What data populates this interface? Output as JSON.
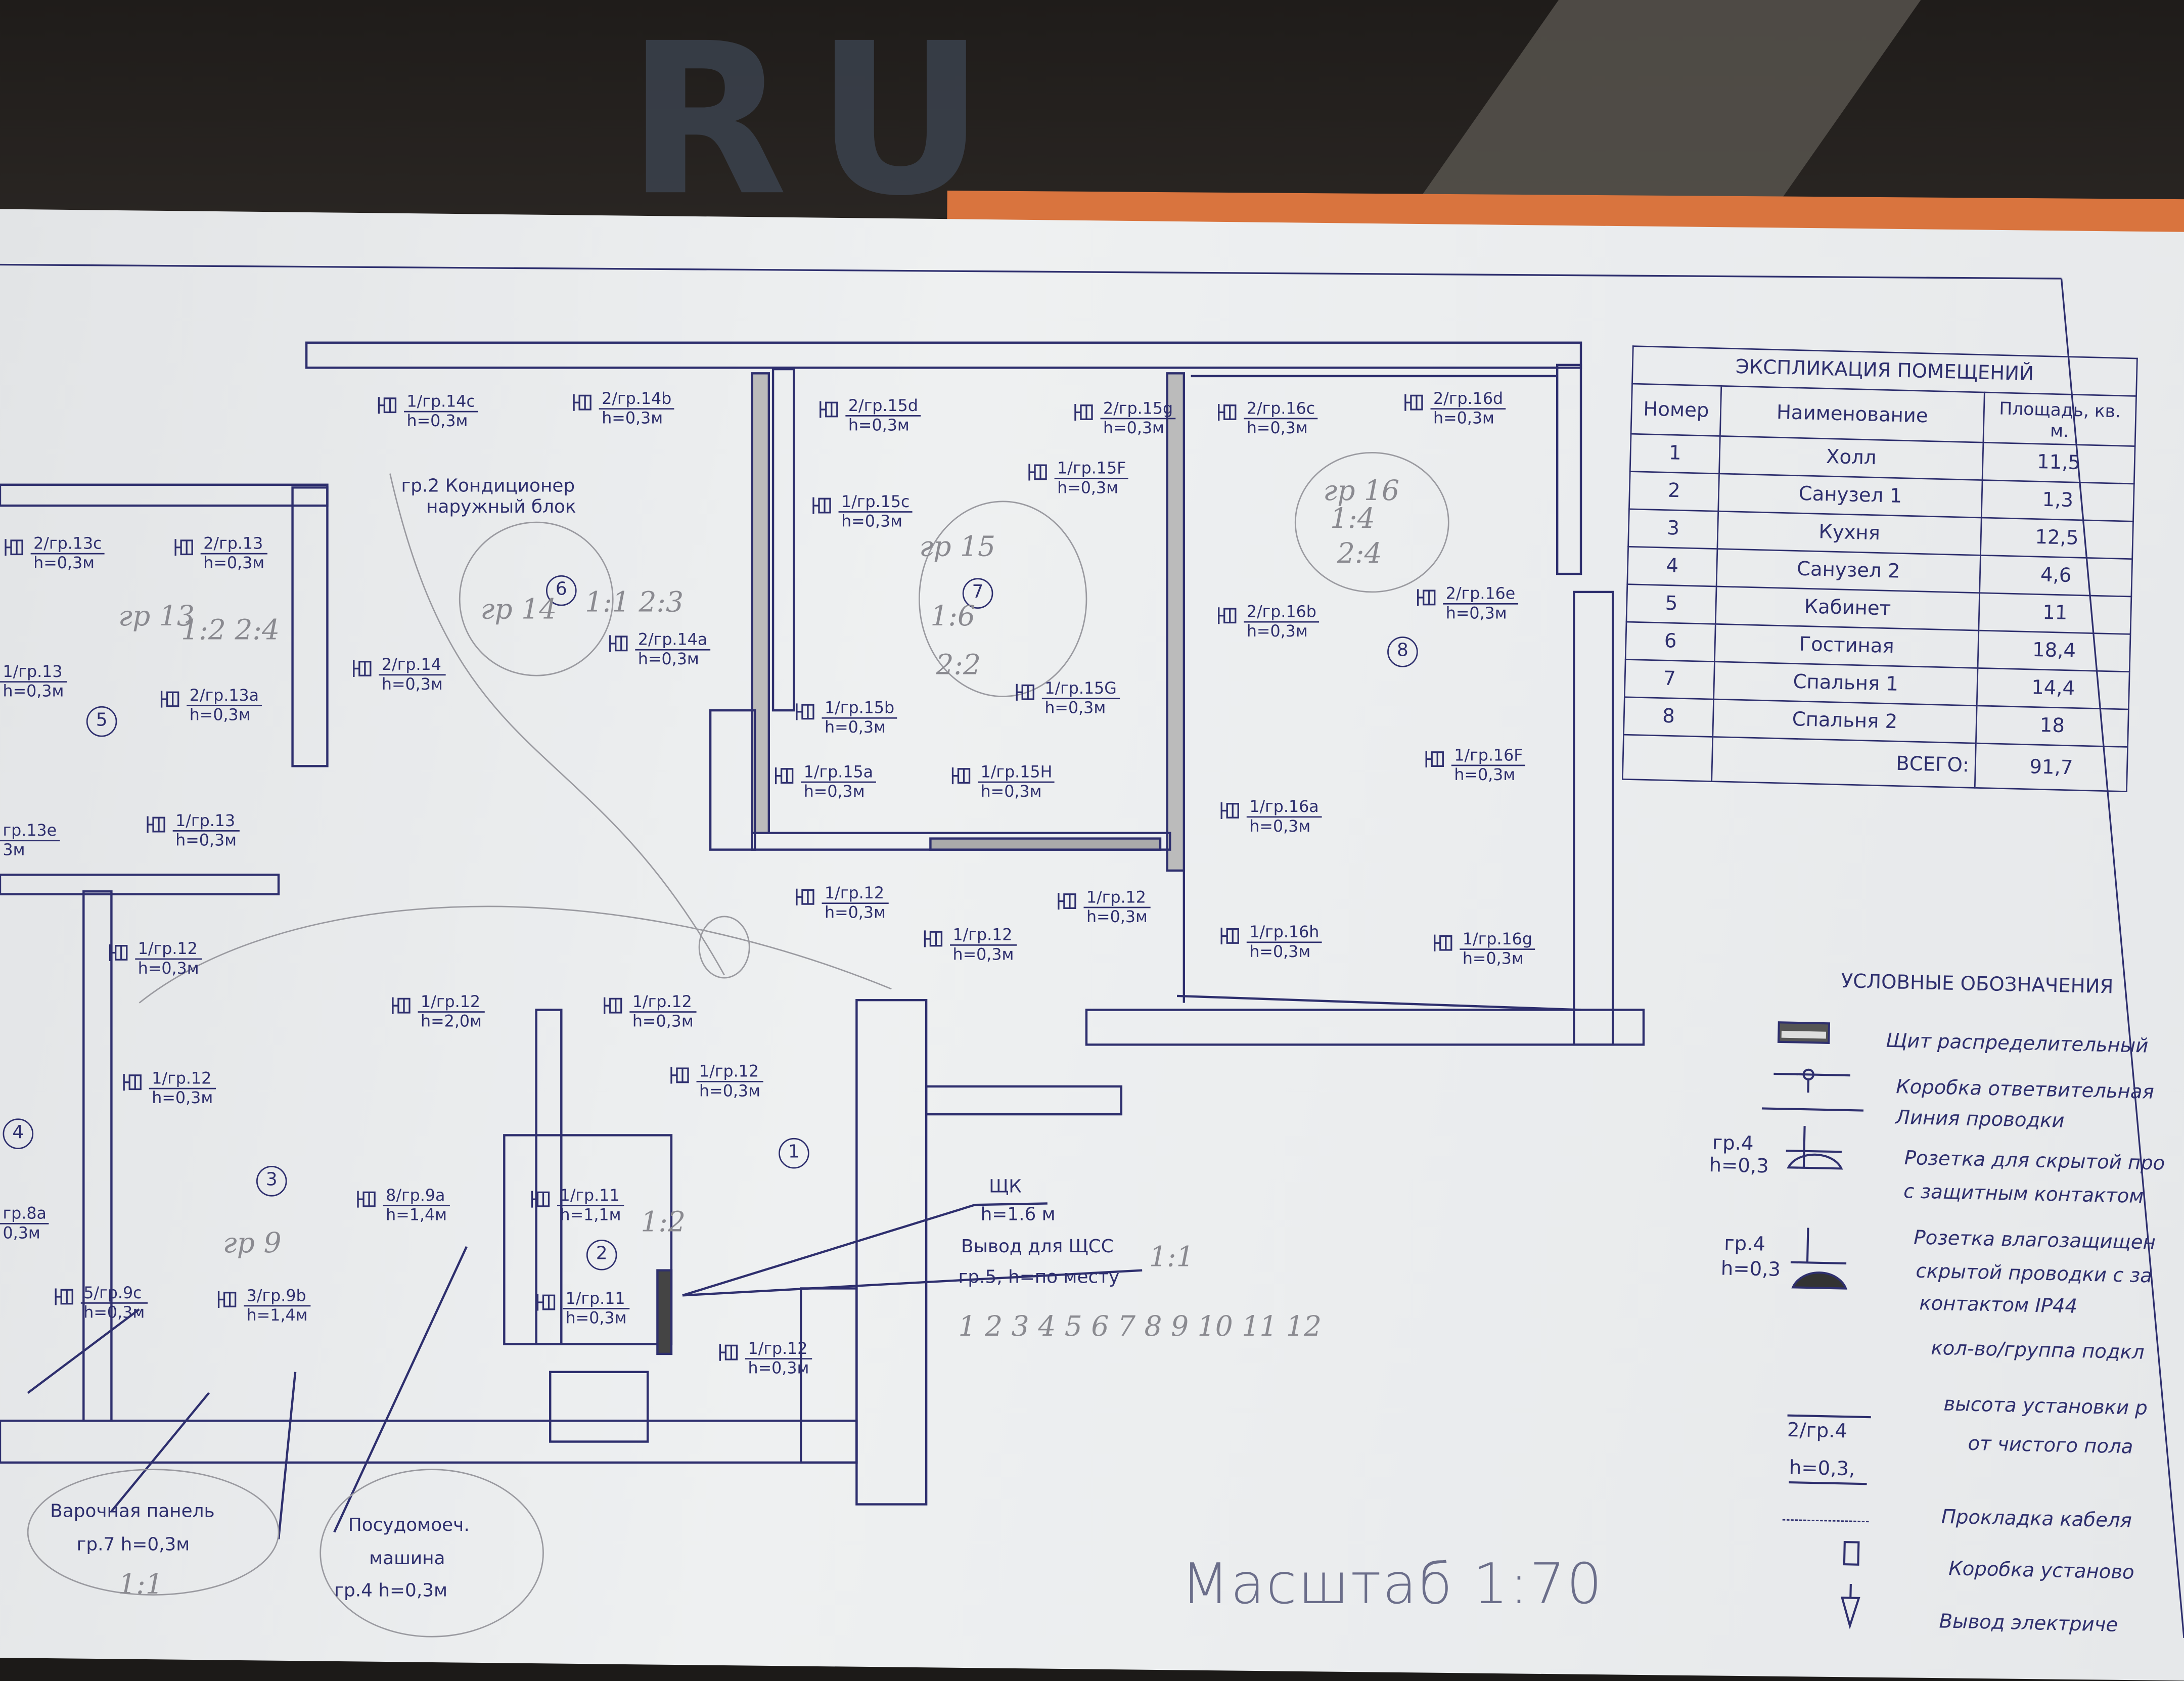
{
  "background_text": "RU",
  "explication": {
    "title": "ЭКСПЛИКАЦИЯ ПОМЕЩЕНИЙ",
    "headers": [
      "Номер",
      "Наименование",
      "Площадь, кв. м."
    ],
    "rows": [
      [
        "1",
        "Холл",
        "11,5"
      ],
      [
        "2",
        "Санузел 1",
        "1,3"
      ],
      [
        "3",
        "Кухня",
        "12,5"
      ],
      [
        "4",
        "Санузел 2",
        "4,6"
      ],
      [
        "5",
        "Кабинет",
        "11"
      ],
      [
        "6",
        "Гостиная",
        "18,4"
      ],
      [
        "7",
        "Спальня 1",
        "14,4"
      ],
      [
        "8",
        "Спальня 2",
        "18"
      ]
    ],
    "total_label": "ВСЕГО:",
    "total_value": "91,7"
  },
  "legend": {
    "title": "УСЛОВНЫЕ ОБОЗНАЧЕНИЯ",
    "items": [
      "Щит распределительный",
      "Коробка ответвительная",
      "Линия проводки",
      "Розетка для скрытой про",
      "с защитным контактом",
      "Розетка влагозащищен",
      "скрытой проводки с за",
      "контактом IP44",
      "кол-во/группа подкл",
      "высота установки р",
      "от чистого пола",
      "Прокладка кабеля",
      "Коробка установо",
      "Вывод электриче"
    ],
    "sample_group": "гр.4",
    "sample_h": "h=0,3",
    "sample_count_group": "2/гр.4",
    "sample_count_h": "h=0,3,"
  },
  "rooms": [
    "1",
    "2",
    "3",
    "4",
    "5",
    "6",
    "7",
    "8"
  ],
  "sockets": [
    {
      "g": "1/гр.14с",
      "h": "h=0,3м"
    },
    {
      "g": "2/гр.14b",
      "h": "h=0,3м"
    },
    {
      "g": "2/гр.15d",
      "h": "h=0,3м"
    },
    {
      "g": "2/гр.15g",
      "h": "h=0,3м"
    },
    {
      "g": "1/гр.15F",
      "h": "h=0,3м"
    },
    {
      "g": "2/гр.16с",
      "h": "h=0,3м"
    },
    {
      "g": "2/гр.16d",
      "h": "h=0,3м"
    },
    {
      "g": "1/гр.15с",
      "h": "h=0,3м"
    },
    {
      "g": "2/гр.13с",
      "h": "h=0,3м"
    },
    {
      "g": "2/гр.13",
      "h": "h=0,3м"
    },
    {
      "g": "2/гр.14",
      "h": "h=0,3м"
    },
    {
      "g": "2/гр.14а",
      "h": "h=0,3м"
    },
    {
      "g": "1/гр.15b",
      "h": "h=0,3м"
    },
    {
      "g": "1/гр.15G",
      "h": "h=0,3м"
    },
    {
      "g": "2/гр.16b",
      "h": "h=0,3м"
    },
    {
      "g": "2/гр.16е",
      "h": "h=0,3м"
    },
    {
      "g": "1/гр.13",
      "h": "h=0,3м"
    },
    {
      "g": "2/гр.13а",
      "h": "h=0,3м"
    },
    {
      "g": "1/гр.15а",
      "h": "h=0,3м"
    },
    {
      "g": "1/гр.15Н",
      "h": "h=0,3м"
    },
    {
      "g": "1/гр.16F",
      "h": "h=0,3м"
    },
    {
      "g": "1/гр.16а",
      "h": "h=0,3м"
    },
    {
      "g": "гр.13е",
      "h": "3м"
    },
    {
      "g": "1/гр.13",
      "h": "h=0,3м"
    },
    {
      "g": "1/гр.12",
      "h": "h=0,3м"
    },
    {
      "g": "1/гр.12",
      "h": "h=0,3м"
    },
    {
      "g": "1/гр.12",
      "h": "h=0,3м"
    },
    {
      "g": "1/гр.16h",
      "h": "h=0,3м"
    },
    {
      "g": "1/гр.16g",
      "h": "h=0,3м"
    },
    {
      "g": "1/гр.12",
      "h": "h=0,3м"
    },
    {
      "g": "1/гр.12",
      "h": "h=2,0м"
    },
    {
      "g": "1/гр.12",
      "h": "h=0,3м"
    },
    {
      "g": "1/гр.12",
      "h": "h=0,3м"
    },
    {
      "g": "1/гр.12",
      "h": "h=0,3м"
    },
    {
      "g": "1/гр.11",
      "h": "h=1,1м"
    },
    {
      "g": "8/гр.9а",
      "h": "h=1,4м"
    },
    {
      "g": "1/гр.11",
      "h": "h=0,3м"
    },
    {
      "g": "1/гр.12",
      "h": "h=0,3м"
    },
    {
      "g": "5/гр.9с",
      "h": "h=0,3м"
    },
    {
      "g": "3/гр.9b",
      "h": "h=1,4м"
    },
    {
      "g": "гр.8а",
      "h": "0,3м"
    }
  ],
  "annotations": {
    "ac_1": "гр.2 Кондиционер",
    "ac_2": "наружный блок",
    "panel_name": "ЩК",
    "panel_h": "h=1.6 м",
    "sss_1": "Вывод для ЩСС",
    "sss_2": "гр.5, h=по месту",
    "hob_1": "Варочная панель",
    "hob_2": "гр.7 h=0,3м",
    "dw_1": "Посудомоеч.",
    "dw_2": "машина",
    "dw_3": "гр.4 h=0,3м",
    "scale": "Масштаб 1:70"
  },
  "pencil_notes": {
    "n15": "гр 15",
    "n15b": "1:6",
    "n15c": "2:2",
    "n16": "гр 16",
    "n16b": "1:4",
    "n16c": "2:4",
    "n13": "гр 13",
    "n13b": "1:2 2:4",
    "n14": "гр 14",
    "n14b": "1:1 2:3",
    "n9": "гр 9",
    "n1112": "1:2",
    "nsss": "1:1",
    "nhob": "1:1",
    "count_row": "1  2  3  4  5  6  7  8  9  10  11  12"
  },
  "colors": {
    "ink": "#2e2f6e",
    "paper": "#eceef0",
    "pencil": "#8a8a90",
    "orange": "#d9743e"
  }
}
